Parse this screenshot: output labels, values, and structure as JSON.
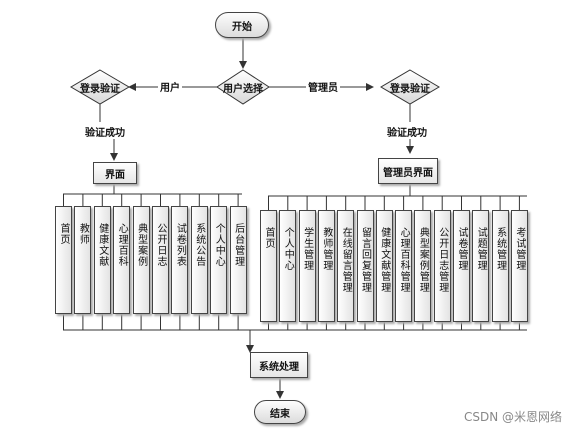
{
  "start": "开始",
  "choice": "用户选择",
  "branch_user": "用户",
  "branch_admin": "管理员",
  "login_left": "登录验证",
  "login_right": "登录验证",
  "success_left": "验证成功",
  "success_right": "验证成功",
  "user_ui": "界面",
  "admin_ui": "管理员界面",
  "user_modules": [
    "首页",
    "教师",
    "健康文献",
    "心理百科",
    "典型案例",
    "公开日志",
    "试卷列表",
    "系统公告",
    "个人中心",
    "后台管理"
  ],
  "admin_modules": [
    "首页",
    "个人中心",
    "学生管理",
    "教师管理",
    "在线留言管理",
    "留言回复管理",
    "健康文献管理",
    "心理百科管理",
    "典型案例管理",
    "公开日志管理",
    "试卷管理",
    "试题管理",
    "系统管理",
    "考试管理"
  ],
  "process": "系统处理",
  "end": "结束",
  "watermark": "CSDN @米恩网络"
}
